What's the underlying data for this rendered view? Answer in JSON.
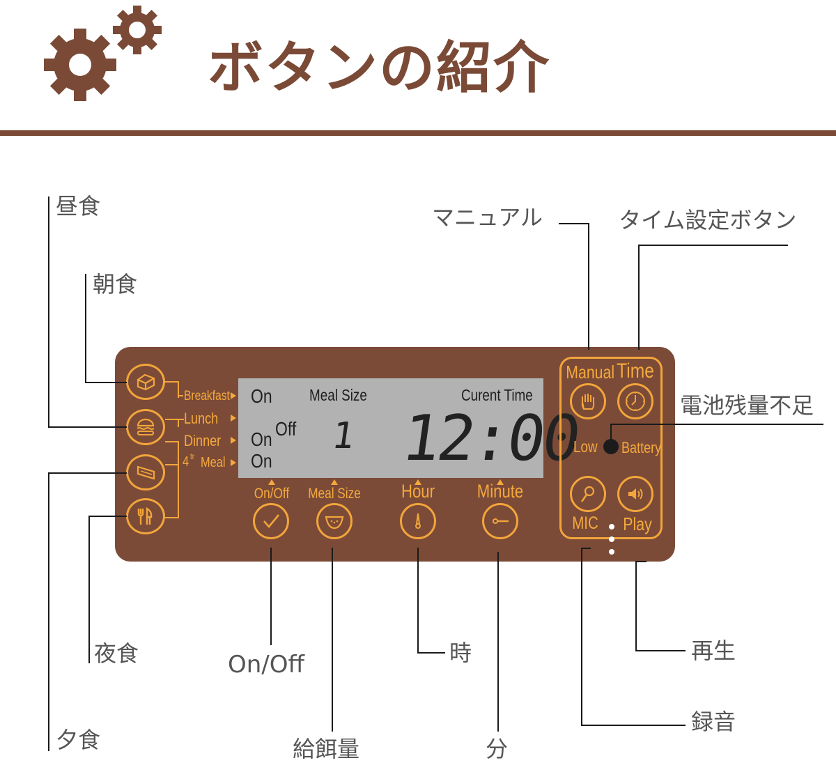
{
  "header": {
    "title": "ボタンの紹介",
    "icon": "gears-icon",
    "accent_color": "#7a4a36"
  },
  "device": {
    "panel_color": "#7b4b37",
    "accent_color": "#f2a53b",
    "meal_labels": [
      "Breakfast",
      "Lunch",
      "Dinner",
      "Meal"
    ],
    "fourth_prefix": "4",
    "fourth_sup": "tr",
    "lcd": {
      "on_top": "On",
      "meal_size_label": "Meal Size",
      "current_time_label": "Curent Time",
      "on_mid": "On",
      "off_mid": "Off",
      "on_bottom": "On",
      "meal_size_value": "1",
      "time_value": "12:00"
    },
    "buttons": {
      "on_off": "On/Off",
      "meal_size": "Meal Size",
      "hour": "Hour",
      "minute": "Minute",
      "manual": "Manual",
      "time": "Time",
      "low": "Low",
      "battery": "Battery",
      "mic": "MIC",
      "play": "Play"
    }
  },
  "callouts": {
    "lunch": "昼食",
    "breakfast": "朝食",
    "night_meal": "夜食",
    "dinner": "夕食",
    "on_off": "On/Off",
    "meal_amount": "給餌量",
    "hour": "時",
    "minute": "分",
    "manual": "マニュアル",
    "time_setting": "タイム設定ボタン",
    "low_battery": "電池残量不足",
    "play": "再生",
    "record": "録音"
  }
}
